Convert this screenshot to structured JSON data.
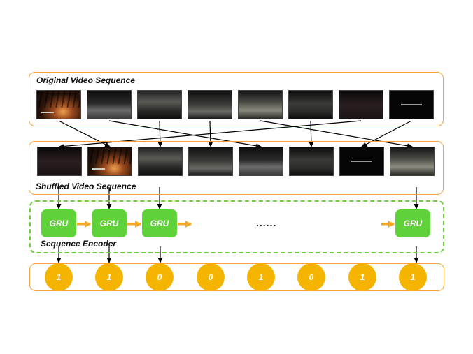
{
  "original": {
    "title": "Original Video Sequence"
  },
  "shuffled": {
    "title": "Shuffled Video Sequence"
  },
  "encoder": {
    "title": "Sequence Encoder",
    "gru_label": "GRU",
    "ellipsis": "......"
  },
  "outputs": [
    "1",
    "1",
    "0",
    "0",
    "1",
    "0",
    "1",
    "1"
  ],
  "frames": [
    {
      "scene": "sunset-trees"
    },
    {
      "scene": "night-road"
    },
    {
      "scene": "parking-lot"
    },
    {
      "scene": "night-street"
    },
    {
      "scene": "lit-road"
    },
    {
      "scene": "pedestrians"
    },
    {
      "scene": "dark-street"
    },
    {
      "scene": "title-card"
    }
  ],
  "shuffled_order": [
    6,
    0,
    2,
    3,
    1,
    5,
    7,
    4
  ],
  "colors": {
    "panel_border": "#f2a23a",
    "encoder_border": "#6ad13a",
    "gru_fill": "#5fd23a",
    "output_fill": "#f5b400",
    "flow_arrow": "#f5a623",
    "connector_arrow": "#000000"
  }
}
